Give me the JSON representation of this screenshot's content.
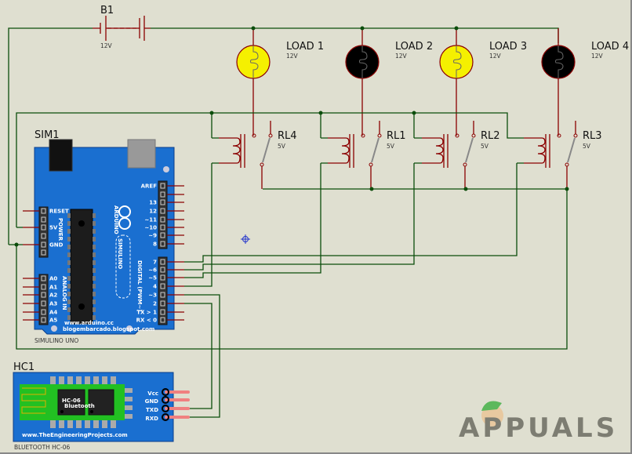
{
  "battery": {
    "name": "B1",
    "voltage": "12V"
  },
  "loads": [
    {
      "name": "LOAD 1",
      "voltage": "12V",
      "state": "on",
      "color": "#f5f000"
    },
    {
      "name": "LOAD 2",
      "voltage": "12V",
      "state": "off",
      "color": "#000000"
    },
    {
      "name": "LOAD 3",
      "voltage": "12V",
      "state": "on",
      "color": "#f5f000"
    },
    {
      "name": "LOAD 4",
      "voltage": "12V",
      "state": "off",
      "color": "#000000"
    }
  ],
  "relays": [
    {
      "name": "RL4",
      "voltage": "5V"
    },
    {
      "name": "RL1",
      "voltage": "5V"
    },
    {
      "name": "RL2",
      "voltage": "5V"
    },
    {
      "name": "RL3",
      "voltage": "5V"
    }
  ],
  "arduino": {
    "ref": "SIM1",
    "part": "SIMULINO UNO",
    "brand": "SIMULINO",
    "arduino_text": "ARDUINO",
    "url1": "www.arduino.cc",
    "url2": "blogembarcado.blogspot.com",
    "power_label": "POWER",
    "analog_label": "ANALOG IN",
    "digital_label": "DIGITAL (PWM~)",
    "board_color": "#1a6fd0",
    "digital_pins_top": [
      "AREF",
      "",
      "13",
      "12",
      "~11",
      "~10",
      "~9",
      "8"
    ],
    "digital_pins_bottom": [
      "7",
      "~6",
      "~5",
      "4",
      "~3",
      "2",
      "TX > 1",
      "RX < 0"
    ],
    "power_pins": [
      "RESET",
      "",
      "5V",
      "",
      "GND",
      ""
    ],
    "analog_pins": [
      "A0",
      "A1",
      "A2",
      "A3",
      "A4",
      "A5"
    ]
  },
  "bluetooth": {
    "ref": "HC1",
    "part": "BLUETOOTH HC-06",
    "chip_label": "HC-06",
    "chip_sub": "Bluetooth",
    "website": "www.TheEngineeringProjects.com",
    "pins": [
      "Vcc",
      "GND",
      "TXD",
      "RXD"
    ]
  },
  "watermark": "APPUALS",
  "colors": {
    "wire": "#0b4d0b",
    "pin": "#8b0000",
    "background": "#dfdfd0"
  }
}
